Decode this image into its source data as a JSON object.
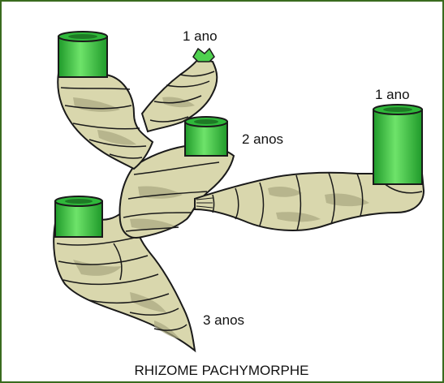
{
  "diagram": {
    "title": "RHIZOME PACHYMORPHE",
    "labels": {
      "top_shoot": "1 ano",
      "right_shoot": "1 ano",
      "middle_shoot": "2 anos",
      "bottom_segment": "3 anos"
    },
    "colors": {
      "frame": "#3a6b1e",
      "rhizome_fill": "#d9d7ad",
      "rhizome_patch": "#a8a67f",
      "rhizome_outline": "#1a1a1a",
      "stem_light": "#5ed65e",
      "stem_dark": "#1f9a2a",
      "stem_top": "#2fb83a"
    }
  }
}
